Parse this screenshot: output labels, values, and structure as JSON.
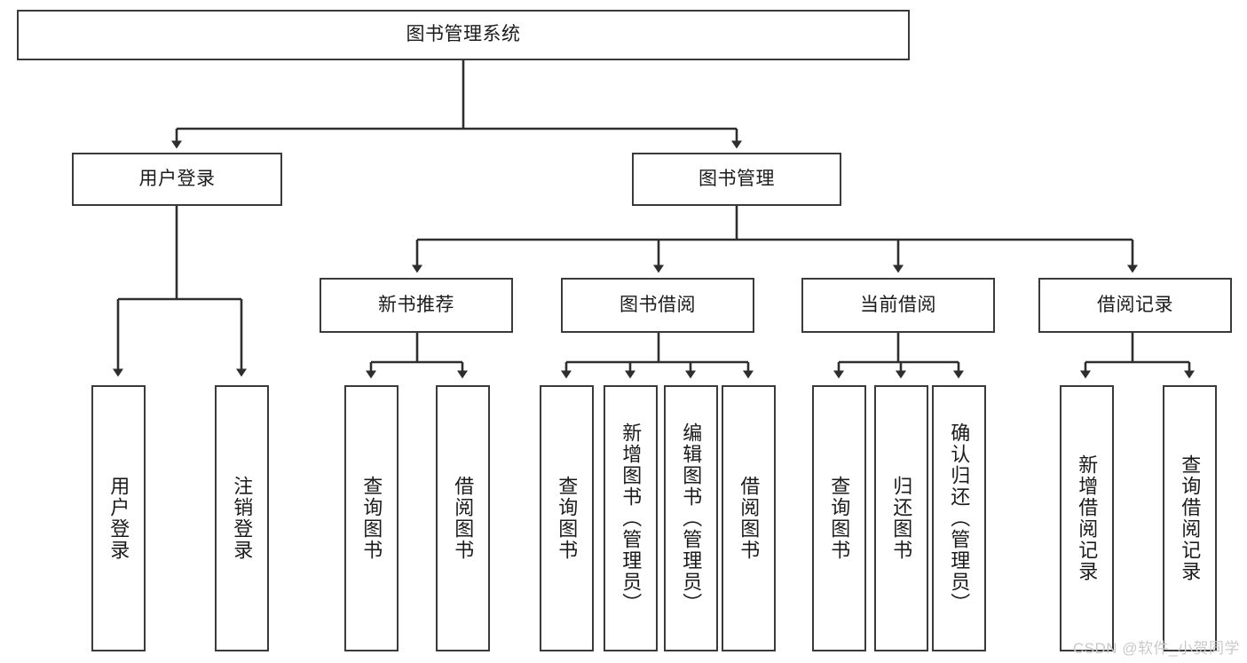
{
  "diagram": {
    "title": "图书管理系统",
    "type": "tree",
    "root": {
      "label": "图书管理系统",
      "children": [
        {
          "label": "用户登录",
          "children": [
            {
              "label": "用户登录"
            },
            {
              "label": "注销登录"
            }
          ]
        },
        {
          "label": "图书管理",
          "children": [
            {
              "label": "新书推荐",
              "children": [
                {
                  "label": "查询图书"
                },
                {
                  "label": "借阅图书"
                }
              ]
            },
            {
              "label": "图书借阅",
              "children": [
                {
                  "label": "查询图书"
                },
                {
                  "label": "新增图书（管理员）"
                },
                {
                  "label": "编辑图书（管理员）"
                },
                {
                  "label": "借阅图书"
                }
              ]
            },
            {
              "label": "当前借阅",
              "children": [
                {
                  "label": "查询图书"
                },
                {
                  "label": "归还图书"
                },
                {
                  "label": "确认归还（管理员）"
                }
              ]
            },
            {
              "label": "借阅记录",
              "children": [
                {
                  "label": "新增借阅记录"
                },
                {
                  "label": "查询借阅记录"
                }
              ]
            }
          ]
        }
      ]
    }
  },
  "nodes": {
    "root": "图书管理系统",
    "user_login": "用户登录",
    "book_manage": "图书管理",
    "new_book_rec": "新书推荐",
    "book_borrow": "图书借阅",
    "current_borrow": "当前借阅",
    "borrow_record": "借阅记录",
    "leaf_user_login": "用户登录",
    "leaf_logout": "注销登录",
    "leaf_rec_query": "查询图书",
    "leaf_rec_borrow": "借阅图书",
    "leaf_borrow_query": "查询图书",
    "leaf_borrow_add": "新增图书（管理员）",
    "leaf_borrow_edit": "编辑图书（管理员）",
    "leaf_borrow_do": "借阅图书",
    "leaf_cur_query": "查询图书",
    "leaf_cur_return": "归还图书",
    "leaf_cur_confirm": "确认归还（管理员）",
    "leaf_rec_add": "新增借阅记录",
    "leaf_rec_search": "查询借阅记录"
  },
  "watermark": "CSDN @软件_小贺同学",
  "colors": {
    "border": "#3a3a3a",
    "text": "#1b1b1b",
    "background": "#ffffff",
    "watermark": "#c9c9c9"
  }
}
